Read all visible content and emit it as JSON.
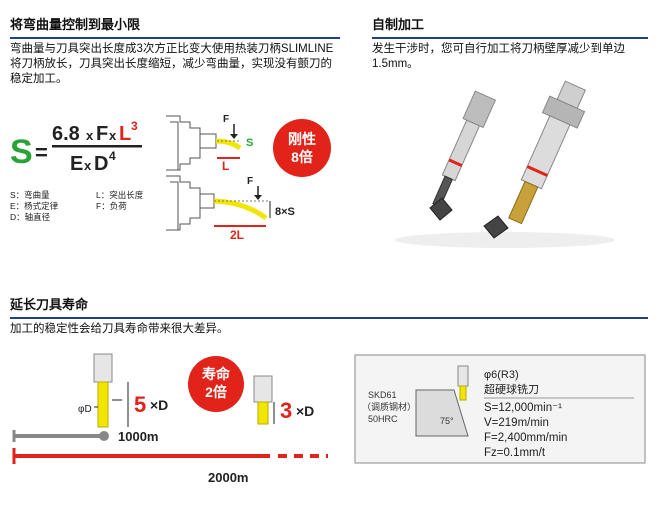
{
  "colors": {
    "accent_red": "#e2231a",
    "formula_green": "#2aa336",
    "rule_blue": "#1f3f86",
    "tool_yellow": "#f2e600"
  },
  "rigidity": {
    "title": "将弯曲量控制到最小限",
    "paragraph": "弯曲量与刀具突出长度成3次方正比变大使用热装刀柄SLIMLINE将刀柄放长，刀具突出长度缩短，减少弯曲量，实现没有颤刀的稳定加工。",
    "formula": {
      "lhs": "S",
      "eq": "=",
      "num_coef": "6.8",
      "x1": "x",
      "F": "F",
      "x2": "x",
      "L": "L",
      "L_exp": "3",
      "den_E": "E",
      "den_x": "x",
      "den_D": "D",
      "D_exp": "4"
    },
    "legend": {
      "s": "S：弯曲量",
      "e": "E：杨式定律",
      "d": "D：轴直径",
      "l": "L：突出长度",
      "f": "F：负荷"
    },
    "diagram": {
      "f_top": "F",
      "s_top": "S",
      "l_top": "L",
      "f_bottom": "F",
      "s_bottom": "8×S",
      "l_bottom": "2L"
    },
    "badge": {
      "line1": "刚性",
      "line2": "8倍"
    }
  },
  "self_made": {
    "title": "自制加工",
    "paragraph": "发生干涉时，您可自行加工将刀柄壁厚减少到单边1.5mm。"
  },
  "tool_life": {
    "title": "延长刀具寿命",
    "paragraph": "加工的稳定性会给刀具寿命带来很大差异。",
    "phi_d": "φD",
    "left_len": "5",
    "left_len_unit": "×D",
    "right_len": "3",
    "right_len_unit": "×D",
    "life_short": "1000m",
    "life_long": "2000m",
    "badge": {
      "line1": "寿命",
      "line2": "2倍"
    },
    "conditions": {
      "material": "SKD61",
      "material_note": "（调质钢材）",
      "hardness": "50HRC",
      "angle": "75°",
      "tool_size": "φ6(R3)",
      "tool_name": "超硬球铣刀",
      "speed": "S=12,000min⁻¹",
      "velocity": "V=219m/min",
      "feed": "F=2,400mm/min",
      "depth": "Fz=0.1mm/t"
    }
  }
}
